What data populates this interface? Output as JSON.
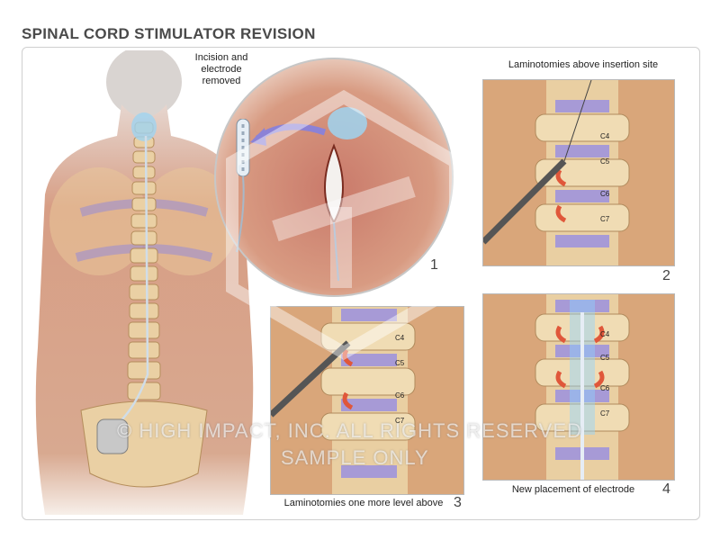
{
  "title": "SPINAL CORD STIMULATOR REVISION",
  "labels": {
    "incision": [
      "Incision and",
      "electrode",
      "removed"
    ],
    "panel2": "Laminotomies above insertion site",
    "panel3": "Laminotomies one more level above",
    "panel4": "New placement of electrode"
  },
  "panel_numbers": {
    "p1": "1",
    "p2": "2",
    "p3": "3",
    "p4": "4"
  },
  "vertebra_labels": [
    "C4",
    "C5",
    "C6",
    "C7"
  ],
  "watermark": {
    "line1": "© HIGH IMPACT, INC. ALL RIGHTS RESERVED",
    "line2": "SAMPLE ONLY"
  },
  "colors": {
    "bone": "#e8c48f",
    "disc": "#a79ad6",
    "skin": "#c98a6e",
    "incision": "#e0573a",
    "electrode": "#c5d4e2"
  }
}
